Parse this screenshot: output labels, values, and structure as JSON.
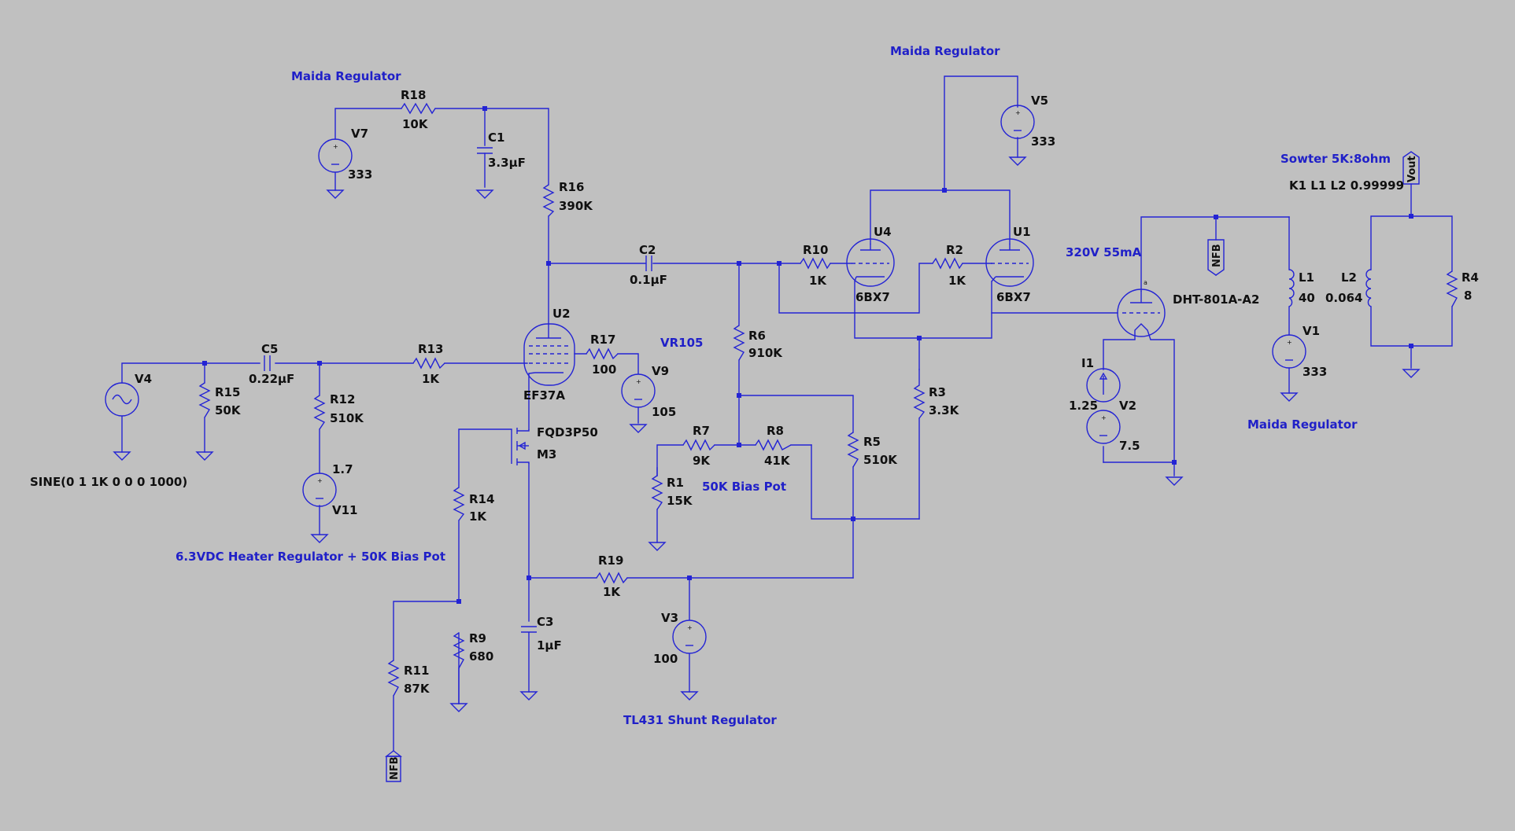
{
  "comments": {
    "maida_left": "Maida Regulator",
    "maida_top": "Maida Regulator",
    "maida_right": "Maida Regulator",
    "vr105": "VR105",
    "bias_pot": "50K Bias Pot",
    "heater": "6.3VDC Heater Regulator + 50K Bias Pot",
    "tl431": "TL431 Shunt Regulator",
    "sowter": "Sowter 5K:8ohm",
    "op_point": "320V 55mA"
  },
  "directives": {
    "coupling": "K1 L1 L2 0.99999",
    "sine": "SINE(0 1 1K 0 0 0 1000)"
  },
  "components": {
    "R18": {
      "name": "R18",
      "value": "10K"
    },
    "V7": {
      "name": "V7",
      "value": "333"
    },
    "C1": {
      "name": "C1",
      "value": "3.3µF"
    },
    "R16": {
      "name": "R16",
      "value": "390K"
    },
    "C2": {
      "name": "C2",
      "value": "0.1µF"
    },
    "R10": {
      "name": "R10",
      "value": "1K"
    },
    "R2": {
      "name": "R2",
      "value": "1K"
    },
    "U4": {
      "name": "U4",
      "value": "6BX7"
    },
    "U1": {
      "name": "U1",
      "value": "6BX7"
    },
    "V5": {
      "name": "V5",
      "value": "333"
    },
    "U2": {
      "name": "U2",
      "value": "EF37A"
    },
    "R17": {
      "name": "R17",
      "value": "100"
    },
    "V9": {
      "name": "V9",
      "value": "105"
    },
    "R13": {
      "name": "R13",
      "value": "1K"
    },
    "C5": {
      "name": "C5",
      "value": "0.22µF"
    },
    "R15": {
      "name": "R15",
      "value": "50K"
    },
    "R12": {
      "name": "R12",
      "value": "510K"
    },
    "V4": {
      "name": "V4"
    },
    "V11": {
      "name": "V11",
      "value": "1.7"
    },
    "R6": {
      "name": "R6",
      "value": "910K"
    },
    "R7": {
      "name": "R7",
      "value": "9K"
    },
    "R8": {
      "name": "R8",
      "value": "41K"
    },
    "R1": {
      "name": "R1",
      "value": "15K"
    },
    "R5": {
      "name": "R5",
      "value": "510K"
    },
    "R3": {
      "name": "R3",
      "value": "3.3K"
    },
    "M3": {
      "name": "M3",
      "value": "FQD3P50"
    },
    "R14": {
      "name": "R14",
      "value": "1K"
    },
    "R9": {
      "name": "R9",
      "value": "680"
    },
    "R11": {
      "name": "R11",
      "value": "87K"
    },
    "C3": {
      "name": "C3",
      "value": "1µF"
    },
    "R19": {
      "name": "R19",
      "value": "1K"
    },
    "V3": {
      "name": "V3",
      "value": "100"
    },
    "DHT": {
      "value": "DHT-801A-A2"
    },
    "I1": {
      "name": "I1",
      "value": "1.25"
    },
    "V2": {
      "name": "V2",
      "value": "7.5"
    },
    "L1": {
      "name": "L1",
      "value": "40"
    },
    "V1": {
      "name": "V1",
      "value": "333"
    },
    "L2": {
      "name": "L2",
      "value": "0.064"
    },
    "R4": {
      "name": "R4",
      "value": "8"
    }
  },
  "net_flags": {
    "nfb_top": "NFB",
    "nfb_bottom": "NFB",
    "vout": "Vout"
  }
}
